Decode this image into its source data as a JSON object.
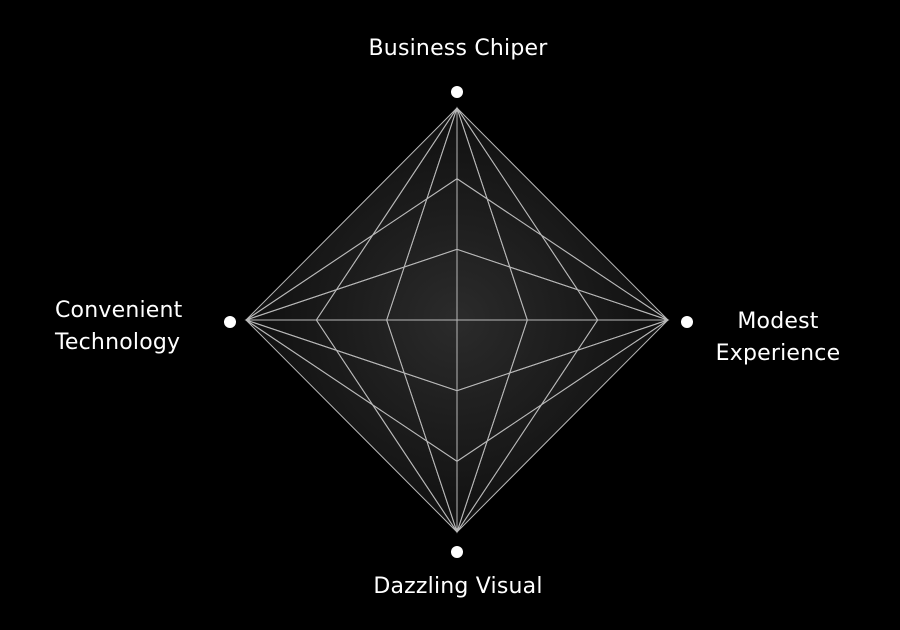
{
  "diagram": {
    "labels": {
      "top": [
        "Business Chiper"
      ],
      "left": [
        "Convenient",
        "Technology"
      ],
      "right": [
        "Modest",
        "Experience"
      ],
      "bottom": [
        "Dazzling Visual"
      ]
    },
    "colors": {
      "background": "#000000",
      "line": "#b8b8b8",
      "marker": "#ffffff",
      "text": "#ffffff"
    }
  }
}
